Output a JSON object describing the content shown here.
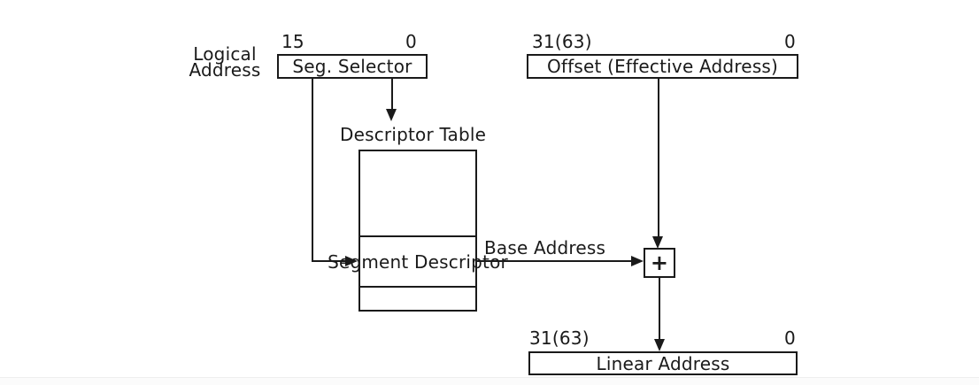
{
  "diagram": {
    "logical_address": {
      "label": "Logical Address"
    },
    "segment_selector": {
      "bit_high": "15",
      "bit_low": "0",
      "label": "Seg. Selector"
    },
    "offset": {
      "bit_high": "31(63)",
      "bit_low": "0",
      "label": "Offset (Effective Address)"
    },
    "descriptor_table": {
      "title": "Descriptor Table",
      "segment_descriptor": "Segment Descriptor"
    },
    "base_address": {
      "label": "Base Address"
    },
    "adder": {
      "symbol": "+"
    },
    "linear_address": {
      "bit_high": "31(63)",
      "bit_low": "0",
      "label": "Linear Address"
    }
  },
  "colors": {
    "line": "#1a1a1a",
    "background": "#ffffff"
  }
}
